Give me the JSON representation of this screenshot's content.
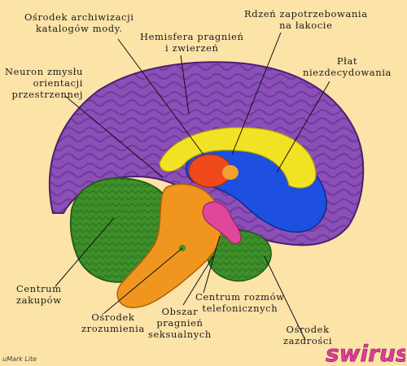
{
  "labels": {
    "osrodek_archiwizacji": [
      "Ośrodek archiwizacji",
      "katalogów mody."
    ],
    "hemisfera": [
      "Hemisfera pragnień",
      "i zwierzeń"
    ],
    "rdzen": [
      "Rdzeń zapotrzebowania",
      "na łakocie"
    ],
    "plat": [
      "Płat",
      "niezdecydowania"
    ],
    "neuron": [
      "Neuron zmysłu",
      "orientacji",
      "przestrzennej"
    ],
    "centrum_zakupow": [
      "Centrum",
      "zakupów"
    ],
    "osrodek_zrozumienia": [
      "Ośrodek",
      "zrozumienia"
    ],
    "obszar": [
      "Obszar",
      "pragnień",
      "seksualnych"
    ],
    "centrum_rozmow": [
      "Centrum rozmów",
      "telefonicznych"
    ],
    "osrodek_zazdrosci": [
      "Ośrodek",
      "zazdrości"
    ]
  },
  "watermarks": {
    "left": "uMark Lite",
    "logo": "swirus"
  },
  "colors": {
    "background": "#FCE3A8",
    "cortex": "#8B4FB8",
    "cortex_shadow": "#5E2A86",
    "cerebellum": "#3E8F2A",
    "brainstem": "#F0961E",
    "corpus_callosum": "#F2E224",
    "ventricle": "#1D4FE0",
    "thalamus": "#F04A1A",
    "pons": "#E0479A",
    "logo": "#E03C9A"
  }
}
